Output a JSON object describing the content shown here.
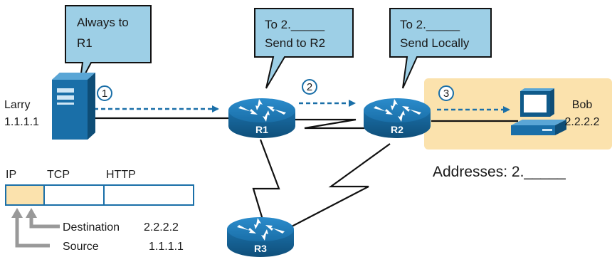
{
  "callouts": {
    "larry": {
      "line1": "Always to",
      "line2": "R1"
    },
    "r1": {
      "line1": "To 2._____",
      "line2": "Send to R2"
    },
    "r2": {
      "line1": "To 2._____",
      "line2": "Send Locally"
    }
  },
  "steps": [
    "1",
    "2",
    "3"
  ],
  "hosts": {
    "larry": {
      "name": "Larry",
      "address": "1.1.1.1"
    },
    "bob": {
      "name": "Bob",
      "address": "2.2.2.2"
    }
  },
  "routers": {
    "r1": "R1",
    "r2": "R2",
    "r3": "R3"
  },
  "subnet_label": "Addresses: 2._____",
  "packet": {
    "headers": [
      "IP",
      "TCP",
      "HTTP"
    ],
    "destination": {
      "label": "Destination",
      "value": "2.2.2.2"
    },
    "source": {
      "label": "Source",
      "value": "1.1.1.1"
    }
  },
  "colors": {
    "callout_fill": "#9dcfe6",
    "router_blue": "#1a6fa8",
    "step_blue": "#1a6fa8",
    "subnet_highlight": "#fbe2ad",
    "header_highlight": "#fbe2ad",
    "line": "#111111",
    "gray_arrow": "#999999"
  },
  "icons": {
    "larry": "server-tower-icon",
    "bob": "desktop-pc-icon",
    "routers": "router-icon"
  }
}
